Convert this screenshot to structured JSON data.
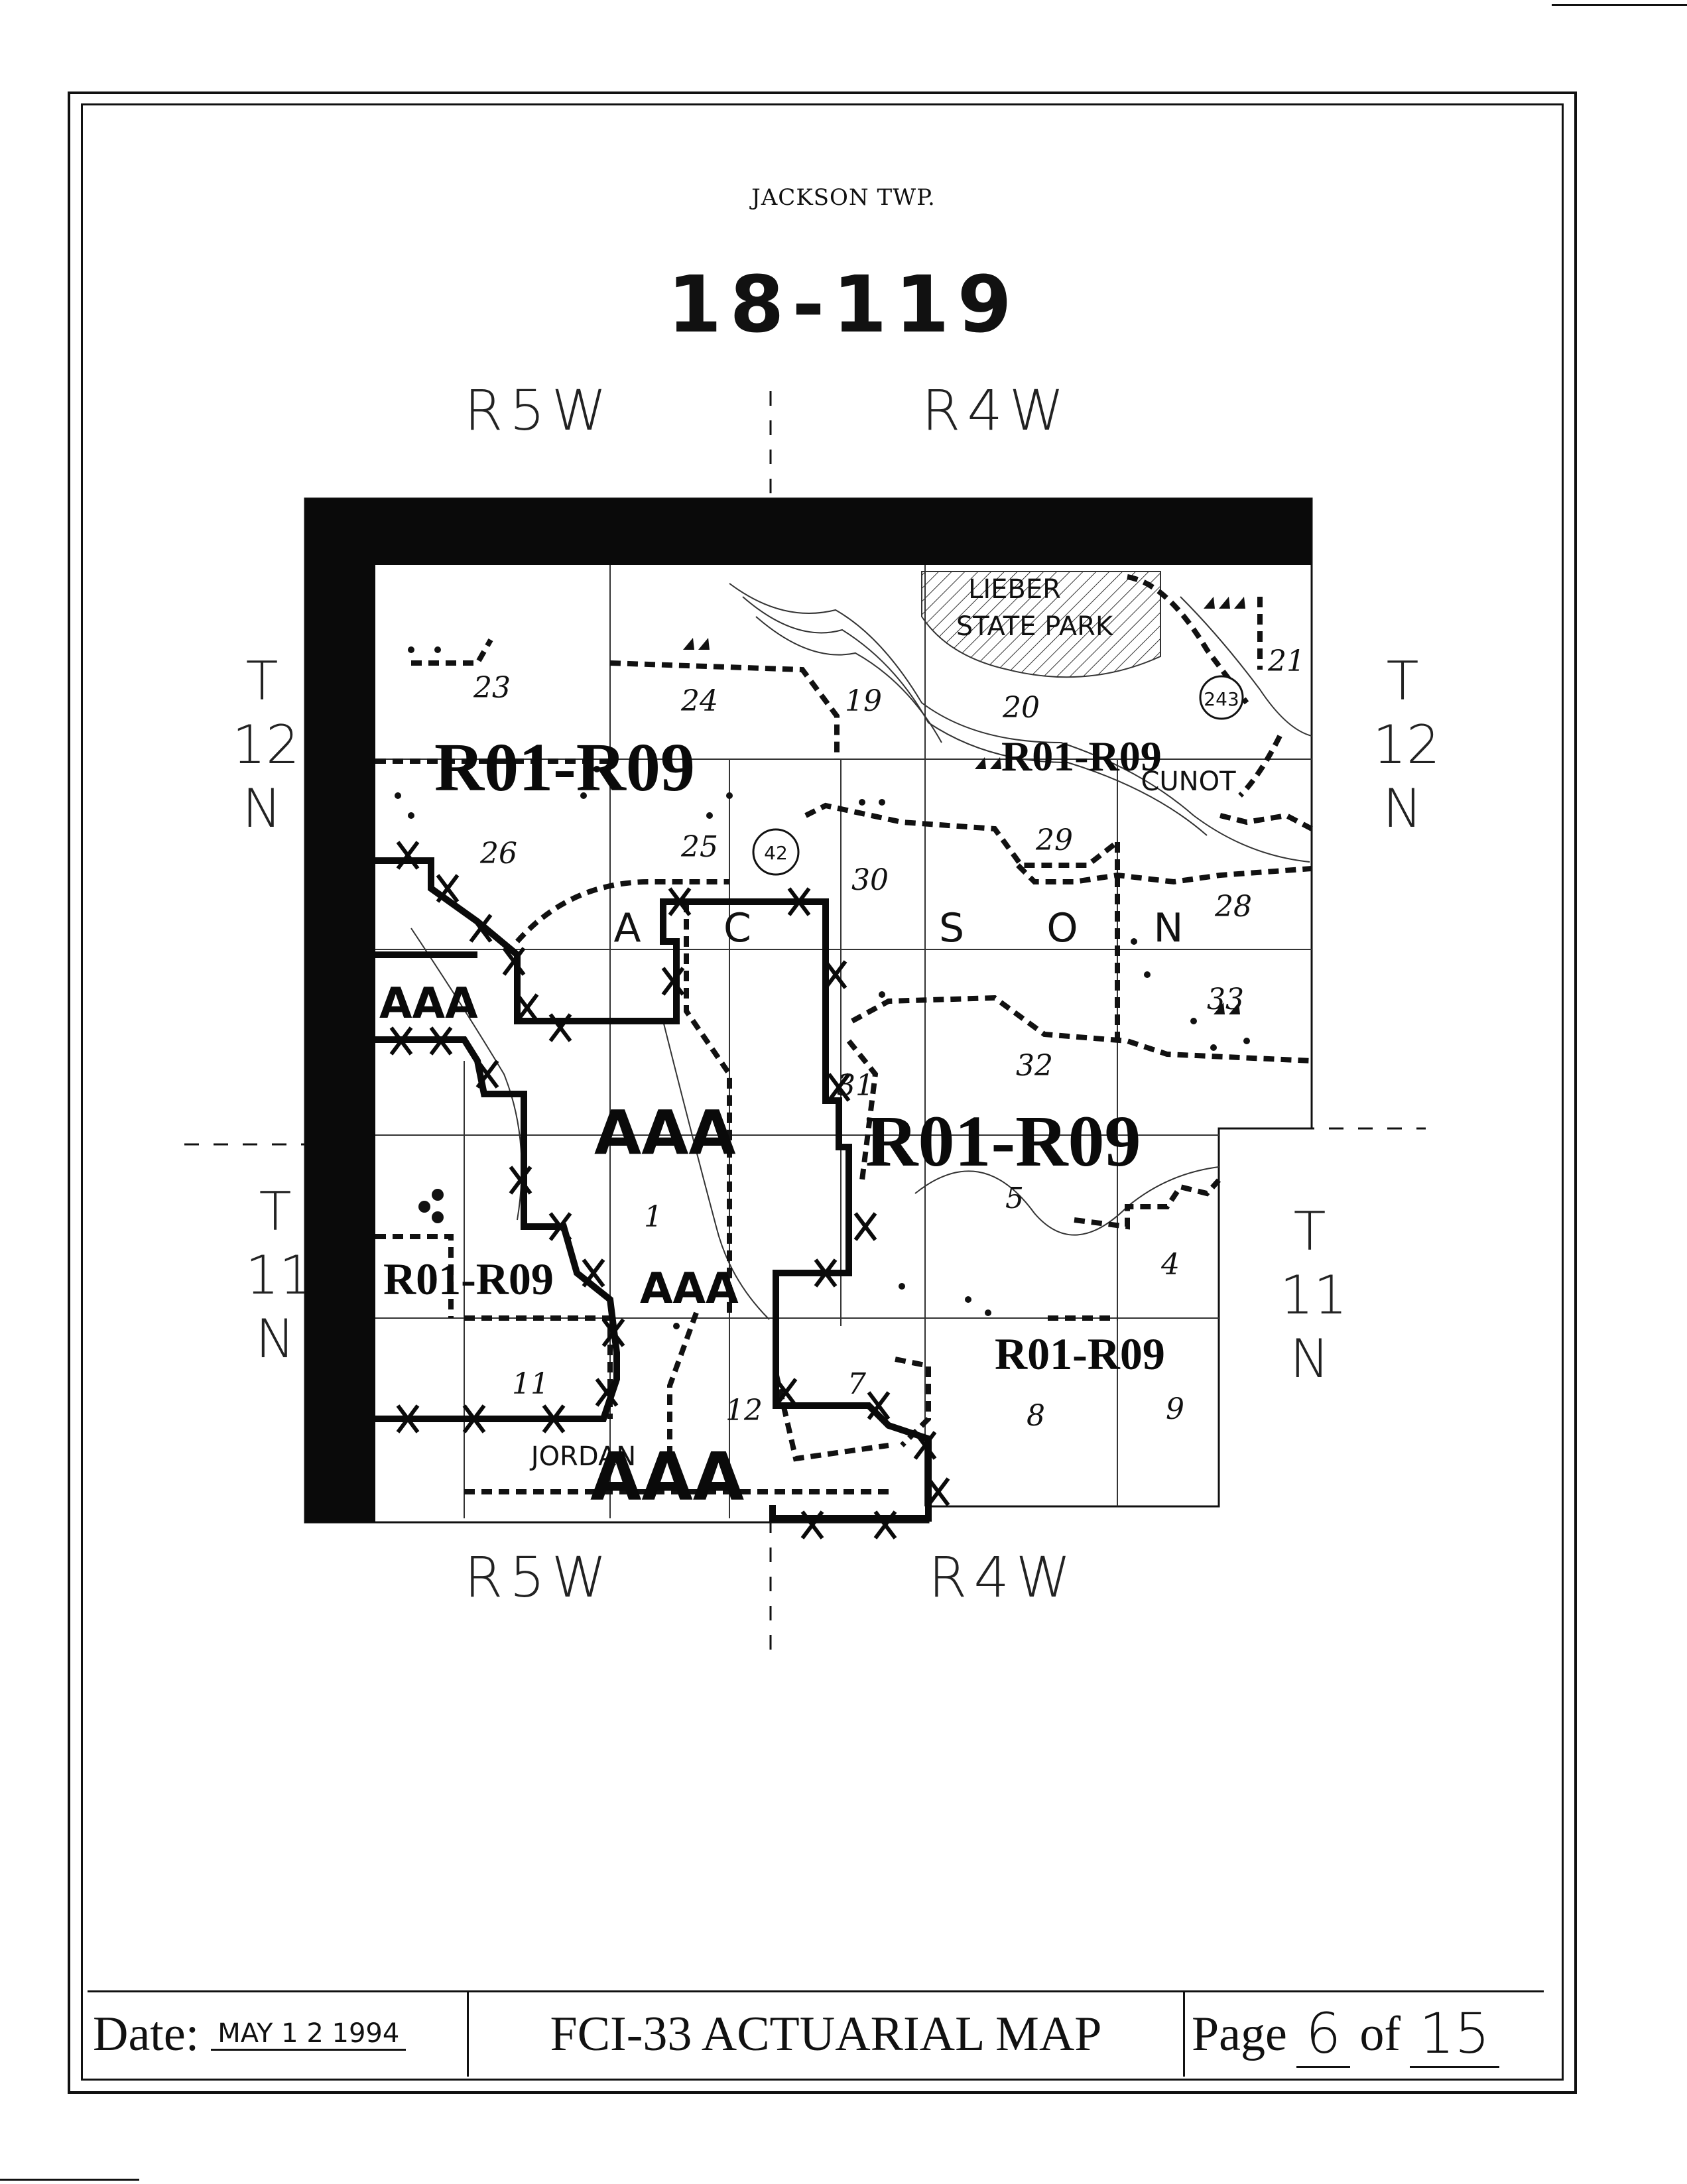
{
  "header": {
    "township_name": "JACKSON TWP.",
    "map_number": "18-119"
  },
  "ranges": {
    "top_left": "R5W",
    "top_right": "R4W",
    "bottom_left": "R5W",
    "bottom_right": "R4W"
  },
  "townships": {
    "left_upper": [
      "T",
      "12",
      "N"
    ],
    "right_upper": [
      "T",
      "12",
      "N"
    ],
    "left_lower": [
      "T",
      "11",
      "N"
    ],
    "right_lower": [
      "T",
      "11",
      "N"
    ]
  },
  "map": {
    "place_labels": [
      "LIEBER",
      "STATE PARK",
      "CUNOT",
      "JORDAN"
    ],
    "township_letters": [
      "A",
      "C",
      "S",
      "O",
      "N"
    ],
    "road_markers": [
      "243",
      "42"
    ],
    "section_numbers": [
      "23",
      "24",
      "19",
      "20",
      "21",
      "26",
      "25",
      "30",
      "29",
      "28",
      "33",
      "31",
      "32",
      "1",
      "5",
      "4",
      "12",
      "11",
      "7",
      "8",
      "9"
    ],
    "rate_zones": [
      "R01-R09",
      "R01-R09",
      "R01-R09",
      "R01-R09",
      "R01-R09"
    ],
    "high_risk_zones": [
      "AAA",
      "AAA",
      "AAA",
      "AAA"
    ]
  },
  "footer": {
    "date_label": "Date:",
    "date_value": "MAY 1 2 1994",
    "title": "FCI-33 ACTUARIAL MAP",
    "page_label": "Page",
    "page_number": "6",
    "of_label": "of",
    "page_total": "15"
  }
}
